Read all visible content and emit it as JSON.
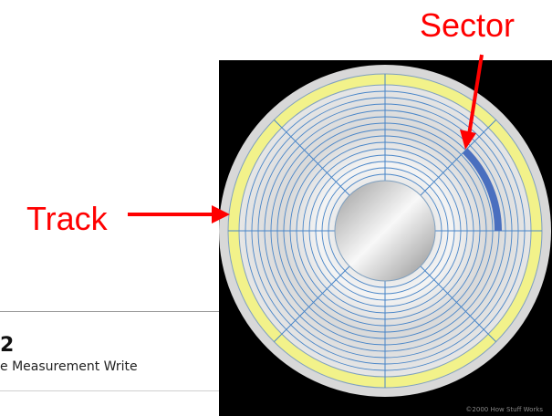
{
  "labels": {
    "sector": "Sector",
    "track": "Track"
  },
  "document": {
    "number": "2",
    "caption": "e Measurement Write"
  },
  "disk": {
    "credit": "©2000 How Stuff Works",
    "colors": {
      "background": "#000000",
      "outer_ring": "#f2f28a",
      "track_line": "#4a86c8",
      "highlighted_sector": "#4a6fbf",
      "arrow": "#ff0000"
    }
  }
}
